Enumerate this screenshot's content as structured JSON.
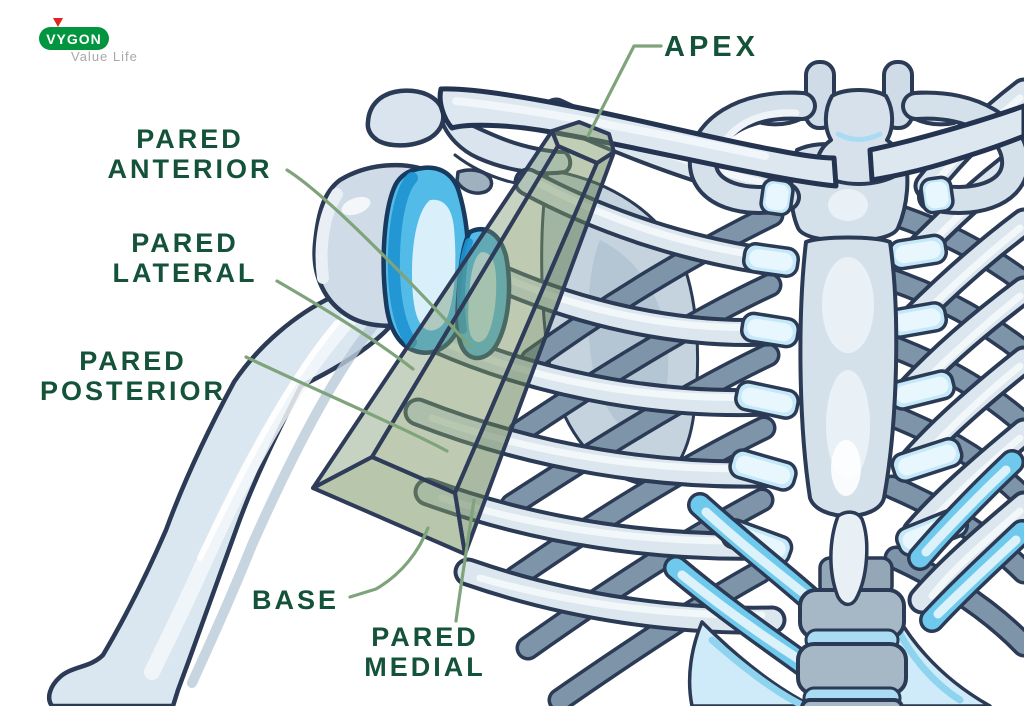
{
  "logo": {
    "brand": "VYGON",
    "tagline": "Value Life"
  },
  "labels": {
    "apex": {
      "line1": "APEX"
    },
    "pared_anterior": {
      "line1": "PARED",
      "line2": "ANTERIOR"
    },
    "pared_lateral": {
      "line1": "PARED",
      "line2": "LATERAL"
    },
    "pared_posterior": {
      "line1": "PARED",
      "line2": "POSTERIOR"
    },
    "base": {
      "line1": "BASE"
    },
    "pared_medial": {
      "line1": "PARED",
      "line2": "MEDIAL"
    }
  },
  "palette": {
    "label_green": "#14523a",
    "leader_green": "#7fa37a",
    "prism_green": "#7d9866",
    "outline_navy": "#2b3a55",
    "bone_light": "#d6e2ec",
    "bone_shadow": "#7e95a9",
    "cartilage_cyan": "#52bbe8",
    "cartilage_pale": "#c4e8f8",
    "logo_green": "#00953e",
    "logo_red": "#e3231d",
    "tagline_gray": "#a8a8a8"
  }
}
